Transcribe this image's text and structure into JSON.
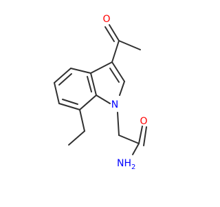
{
  "molecule": {
    "atoms": {
      "oxygen_carbonyl_acetyl": {
        "label": "O",
        "color": "#ff0000"
      },
      "oxygen_amide": {
        "label": "O",
        "color": "#ff0000"
      },
      "nitrogen_ring": {
        "label": "N",
        "color": "#0000ff"
      },
      "nitrogen_amide": {
        "label": "NH",
        "subscript": "2",
        "color": "#0000ff"
      }
    },
    "bond_color": "#303030"
  }
}
